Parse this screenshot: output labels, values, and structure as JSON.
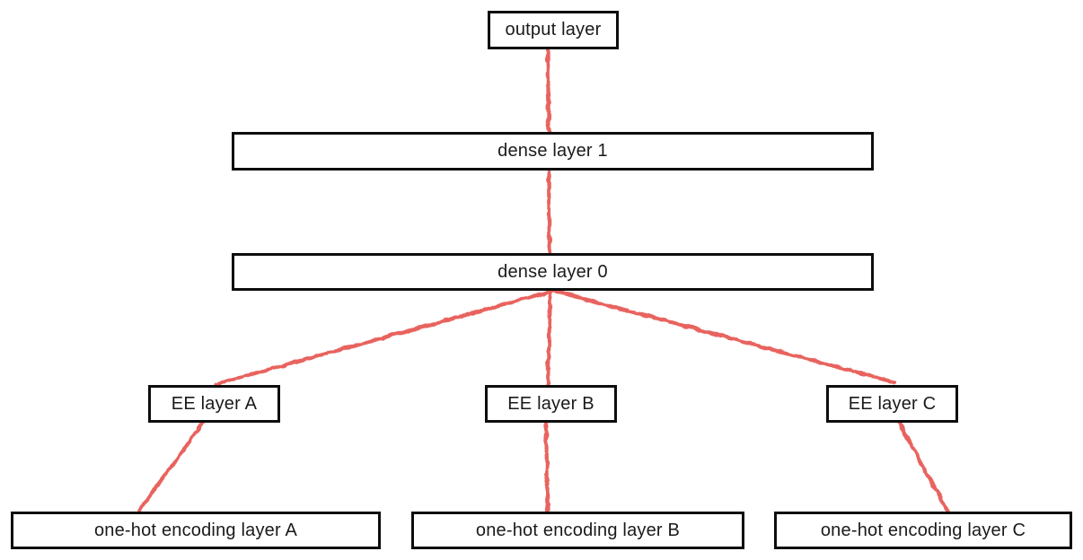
{
  "diagram": {
    "type": "neural-network-architecture",
    "nodes": {
      "output": {
        "label": "output layer"
      },
      "dense1": {
        "label": "dense layer 1"
      },
      "dense0": {
        "label": "dense layer 0"
      },
      "ee_a": {
        "label": "EE layer A"
      },
      "ee_b": {
        "label": "EE layer B"
      },
      "ee_c": {
        "label": "EE layer C"
      },
      "onehot_a": {
        "label": "one-hot encoding layer A"
      },
      "onehot_b": {
        "label": "one-hot encoding layer B"
      },
      "onehot_c": {
        "label": "one-hot encoding layer C"
      }
    },
    "edges": [
      {
        "from": "output",
        "to": "dense1"
      },
      {
        "from": "dense1",
        "to": "dense0"
      },
      {
        "from": "dense0",
        "to": "ee_a"
      },
      {
        "from": "dense0",
        "to": "ee_b"
      },
      {
        "from": "dense0",
        "to": "ee_c"
      },
      {
        "from": "ee_a",
        "to": "onehot_a"
      },
      {
        "from": "ee_b",
        "to": "onehot_b"
      },
      {
        "from": "ee_c",
        "to": "onehot_c"
      }
    ],
    "colors": {
      "edge": "#e8645e",
      "box_border": "#0d0d0d",
      "text": "#1a1a1a",
      "background": "#ffffff"
    }
  }
}
